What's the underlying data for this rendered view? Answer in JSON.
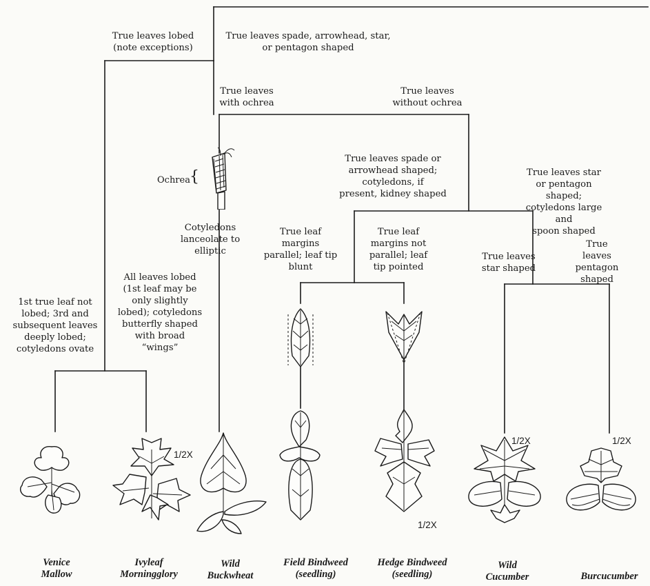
{
  "key": {
    "top_fragment_left": "",
    "top_fragment_right": "",
    "branch_lobed": "True leaves lobed\n(note exceptions)",
    "branch_shaped": "True leaves spade, arrowhead, star,\nor pentagon shaped",
    "branch_with_ochrea": "True leaves\nwith ochrea",
    "branch_without_ochrea": "True leaves\nwithout ochrea",
    "ochrea_label": "Ochrea",
    "cotyledons_lanceolate": "Cotyledons\nlanceolate to\nelliptic",
    "branch_spade_arrowhead": "True leaves spade or\narrowhead shaped;\ncotyledons, if\npresent, kidney shaped",
    "branch_star_pentagon": "True leaves star or pentagon\nshaped; cotyledons large and\nspoon shaped",
    "margins_parallel": "True leaf\nmargins\nparallel; leaf tip\nblunt",
    "margins_not_parallel": "True leaf\nmargins not\nparallel; leaf\ntip pointed",
    "star_shaped": "True leaves\nstar shaped",
    "pentagon_shaped": "True leaves\npentagon\nshaped",
    "all_leaves_lobed": "All leaves lobed\n(1st leaf may be\nonly slightly\nlobed); cotyledons\nbutterfly shaped\nwith broad\n“wings”",
    "first_leaf_not_lobed": "1st true leaf not\nlobed; 3rd and\nsubsequent leaves\ndeeply lobed;\ncotyledons ovate"
  },
  "scale_labels": {
    "ivyleaf": "1/2X",
    "hedge": "1/2X",
    "cucumber": "1/2X",
    "burcucumber": "1/2X"
  },
  "species": [
    {
      "name": "Venice\nMallow",
      "icon": "venice-mallow-seedling"
    },
    {
      "name": "Ivyleaf\nMorningglory",
      "icon": "ivyleaf-morningglory-seedling"
    },
    {
      "name": "Wild\nBuckwheat",
      "icon": "wild-buckwheat-seedling"
    },
    {
      "name": "Field Bindweed\n(seedling)",
      "icon": "field-bindweed-seedling"
    },
    {
      "name": "Hedge Bindweed\n(seedling)",
      "icon": "hedge-bindweed-seedling"
    },
    {
      "name": "Wild\nCucumber",
      "icon": "wild-cucumber-seedling"
    },
    {
      "name": "Burcucumber",
      "icon": "burcucumber-seedling"
    }
  ]
}
